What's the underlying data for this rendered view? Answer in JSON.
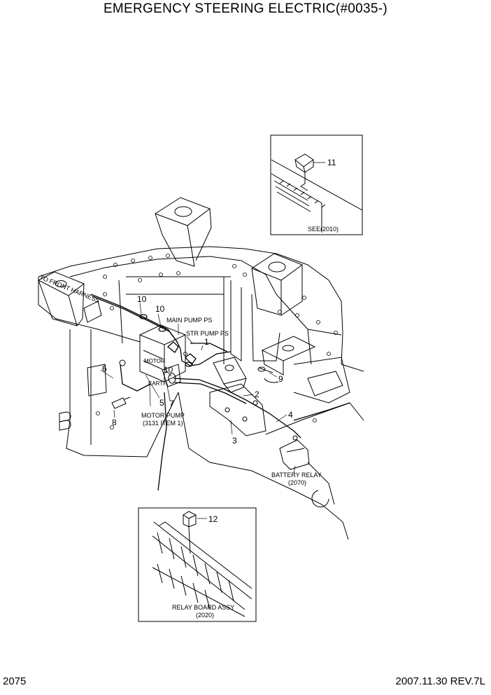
{
  "title": "EMERGENCY STEERING ELECTRIC(#0035-)",
  "footer": {
    "page": "2075",
    "date_rev": "2007.11.30  REV.7L"
  },
  "callouts": {
    "c1": "1",
    "c2": "2",
    "c3": "3",
    "c4": "4",
    "c5": "5",
    "c6": "6",
    "c7": "7",
    "c8": "8",
    "c9": "9",
    "c10a": "10",
    "c10b": "10",
    "c10c": "10",
    "c11": "11",
    "c12": "12"
  },
  "labels": {
    "front_harness": "TO FRONT HARNESS",
    "main_pump_ps": "MAIN PUMP PS",
    "str_pump_ps": "STR PUMP PS",
    "motor_pump": "MOTOR PUMP",
    "motor_pump_ref": "(3131 ITEM 1)",
    "battery_relay": "BATTERY RELAY",
    "battery_relay_ref": "(2070)",
    "see_ref": "SEE(2010)",
    "relay_board": "RELAY BOARD ASSY",
    "relay_board_ref": "(2020)",
    "motor_tag": "MOTOR",
    "earth_tag": "EARTH"
  }
}
